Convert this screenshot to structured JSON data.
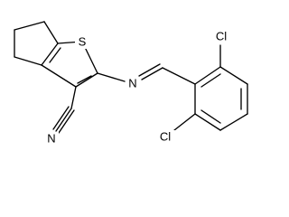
{
  "molecule": {
    "atoms": {
      "sulfur": "S",
      "imine_nitrogen": "N",
      "nitrile_nitrogen": "N",
      "chlorine_top": "Cl",
      "chlorine_bottom": "Cl"
    }
  }
}
